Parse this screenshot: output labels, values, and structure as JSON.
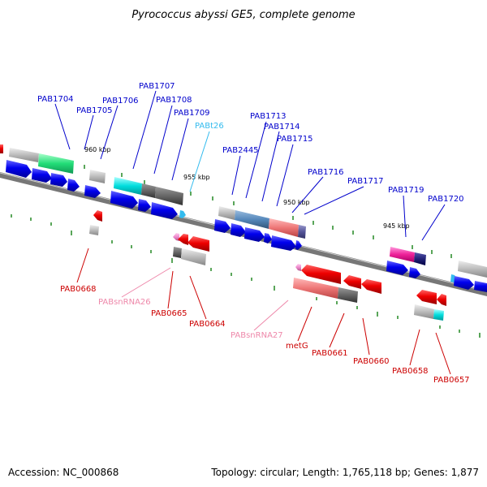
{
  "header": {
    "title": "Pyrococcus abyssi GE5, complete genome"
  },
  "footer": {
    "accession": "Accession: NC_000868",
    "topology": "Topology: circular; Length: 1,765,118 bp; Genes: 1,877"
  },
  "ruler": [
    "960 kbp",
    "955 kbp",
    "950 kbp",
    "945 kbp"
  ],
  "colors": {
    "forward_label": "#0000cc",
    "reverse_label": "#cc0000",
    "trna_label": "#33bbee",
    "rna_label": "#ee88aa",
    "forward_cds": "#0000ee",
    "reverse_cds": "#ee0000",
    "backbone": "#888888",
    "tick": "#228822"
  },
  "genes_forward": [
    "PAB1704",
    "PAB1705",
    "PAB1706",
    "PAB1707",
    "PAB1708",
    "PAB1709",
    "PABt26",
    "PAB2445",
    "PAB1713",
    "PAB1714",
    "PAB1715",
    "PAB1716",
    "PAB1717",
    "PAB1719",
    "PAB1720"
  ],
  "genes_reverse": [
    "PAB0668",
    "PABsnRNA26",
    "PAB0665",
    "PAB0664",
    "PABsnRNA27",
    "metG",
    "PAB0661",
    "PAB0660",
    "PAB0658",
    "PAB0657"
  ]
}
